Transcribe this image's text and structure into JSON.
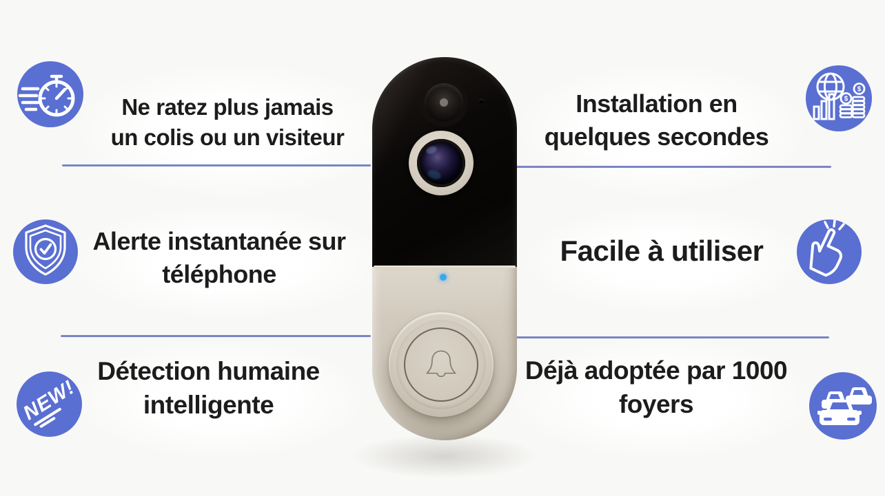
{
  "theme": {
    "background": "#f8f8f6",
    "accent_blue": "#5a6fd2",
    "divider_color": "#6a78c0",
    "text_color": "#1d1c1c",
    "device_body_color": "#cfc7ba",
    "device_panel_color": "#0b0908",
    "led_color": "#3aa9ec"
  },
  "features": [
    {
      "id": "never-miss",
      "position": "top-left",
      "icon": "speed-timer-icon",
      "lines": [
        "Ne ratez plus jamais",
        "un colis ou un visiteur"
      ]
    },
    {
      "id": "installation",
      "position": "top-right",
      "icon": "global-finance-icon",
      "lines": [
        "Installation en",
        "quelques secondes"
      ]
    },
    {
      "id": "instant-alert",
      "position": "middle-left",
      "icon": "shield-check-icon",
      "lines": [
        "Alerte instantanée sur",
        "téléphone"
      ]
    },
    {
      "id": "easy-to-use",
      "position": "middle-right",
      "icon": "easy-gesture-icon",
      "lines": [
        "Facile à utiliser"
      ]
    },
    {
      "id": "human-detection",
      "position": "bottom-left",
      "icon": "new-badge-icon",
      "badge_text": "NEW!",
      "lines": [
        "Détection humaine",
        "intelligente"
      ]
    },
    {
      "id": "adopted",
      "position": "bottom-right",
      "icon": "cars-traffic-icon",
      "lines": [
        "Déjà adoptée par 1000",
        "foyers"
      ]
    }
  ],
  "icon_symbols": {
    "dollar": "$"
  }
}
